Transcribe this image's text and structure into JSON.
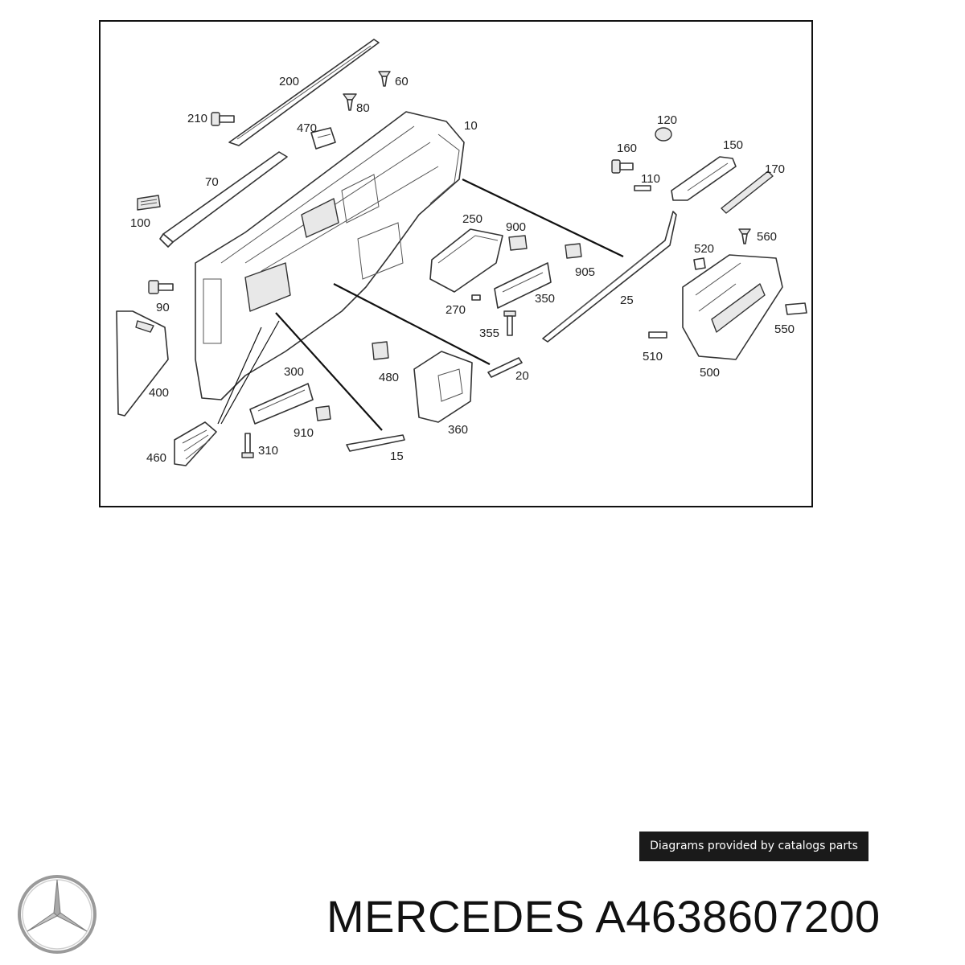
{
  "diagram": {
    "callouts": {
      "c10": "10",
      "c15": "15",
      "c20": "20",
      "c25": "25",
      "c60": "60",
      "c70": "70",
      "c80": "80",
      "c90": "90",
      "c100": "100",
      "c110": "110",
      "c120": "120",
      "c150": "150",
      "c160": "160",
      "c170": "170",
      "c200": "200",
      "c210": "210",
      "c250": "250",
      "c270": "270",
      "c300": "300",
      "c310": "310",
      "c350": "350",
      "c355": "355",
      "c360": "360",
      "c400": "400",
      "c460": "460",
      "c470": "470",
      "c480": "480",
      "c500": "500",
      "c510": "510",
      "c520": "520",
      "c550": "550",
      "c560": "560",
      "c900": "900",
      "c905": "905",
      "c910": "910"
    }
  },
  "watermark": {
    "text": "Diagrams provided by catalogs parts"
  },
  "brand": {
    "logo_icon": "mercedes-star-icon"
  },
  "title": {
    "text": "MERCEDES A4638607200"
  },
  "colors": {
    "line": "#333333",
    "frame": "#111111",
    "watermark_bg": "#1a1a1a"
  }
}
